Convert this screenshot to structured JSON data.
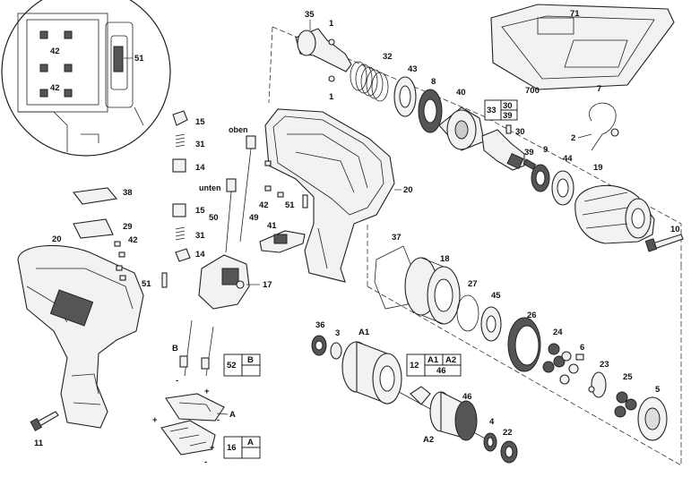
{
  "labels": {
    "p35": "35",
    "p1a": "1",
    "p1b": "1",
    "p32": "32",
    "p43": "43",
    "p8": "8",
    "p40": "40",
    "p33": "33",
    "p30a": "30",
    "p39a": "39",
    "p30b": "30",
    "p39b": "39",
    "p9": "9",
    "p44": "44",
    "p19": "19",
    "p7": "7",
    "p2": "2",
    "p10": "10",
    "p71": "71",
    "p700": "700",
    "p42a": "42",
    "p42b": "42",
    "p51a": "51",
    "p15a": "15",
    "p31a": "31",
    "p14a": "14",
    "p15b": "15",
    "p31b": "31",
    "p14b": "14",
    "p17": "17",
    "p49": "49",
    "p50": "50",
    "p20a": "20",
    "p42c": "42",
    "p51b": "51",
    "p41": "41",
    "p38": "38",
    "p29": "29",
    "p20b": "20",
    "p42d": "42",
    "p51c": "51",
    "p11": "11",
    "p37": "37",
    "p18": "18",
    "p27": "27",
    "p45": "45",
    "p26": "26",
    "p24": "24",
    "p6": "6",
    "p23": "23",
    "p25": "25",
    "p5": "5",
    "p36": "36",
    "p3": "3",
    "pA1": "A1",
    "p12": "12",
    "pA1b": "A1",
    "pA2b": "A2",
    "p46b": "46",
    "p46": "46",
    "pA2": "A2",
    "p4": "4",
    "p22": "22",
    "pB": "B",
    "p52": "52",
    "pBb": "B",
    "pA": "A",
    "p16": "16",
    "pAb": "A",
    "minus1": "-",
    "plus1": "+",
    "plus2": "+",
    "minus2": "-",
    "plus3": "+",
    "minus3": "-"
  },
  "texts": {
    "oben": "oben",
    "unten": "unten"
  }
}
